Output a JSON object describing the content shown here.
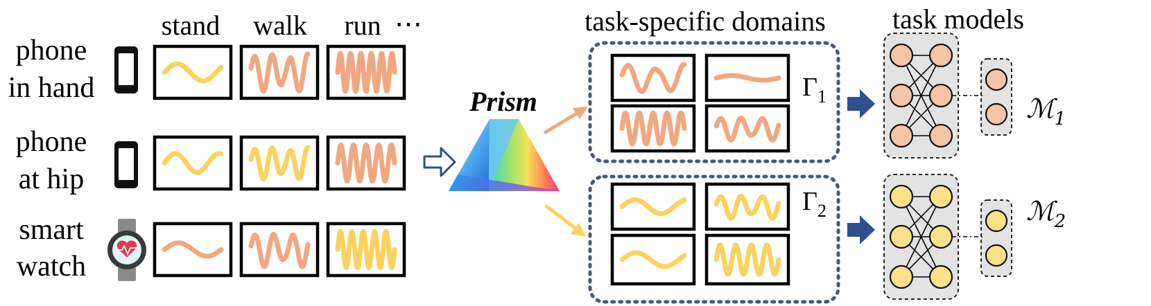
{
  "columns": [
    "stand",
    "walk",
    "run",
    "⋯"
  ],
  "devices": [
    {
      "line1": "phone",
      "line2": "in hand",
      "icon": "phone-icon"
    },
    {
      "line1": "phone",
      "line2": "at hip",
      "icon": "phone-icon"
    },
    {
      "line1": "smart",
      "line2": "watch",
      "icon": "smartwatch-icon"
    }
  ],
  "prism_label": "Prism",
  "headers": {
    "domains": "task-specific domains",
    "models": "task models"
  },
  "domains": [
    {
      "symbol": "Γ",
      "sub": "1"
    },
    {
      "symbol": "Γ",
      "sub": "2"
    }
  ],
  "models": [
    {
      "symbol": "ℳ",
      "sub": "1"
    },
    {
      "symbol": "ℳ",
      "sub": "2"
    }
  ],
  "colors": {
    "orange": "#f0a882",
    "yellow": "#f9d360",
    "arrow_blue": "#2f4f8f",
    "node_orange": "#f6c4a6",
    "node_yellow": "#fde08a",
    "dash_box": "#4a5a6e"
  }
}
